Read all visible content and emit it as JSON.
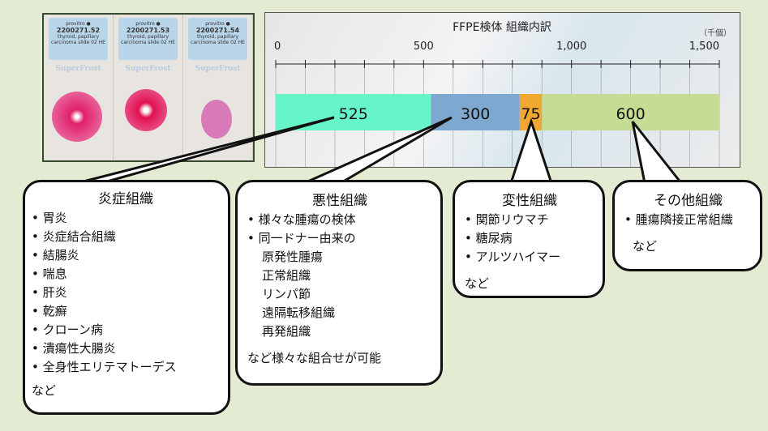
{
  "photo": {
    "slides": [
      {
        "brand": "provitro",
        "id": "2200271.52",
        "desc": "thyroid, papillary carcinoma slide 02 HE",
        "frost": "SuperFrost"
      },
      {
        "brand": "provitro",
        "id": "2200271.53",
        "desc": "thyroid, papillary carcinoma slide 02 HE",
        "frost": "SuperFrost"
      },
      {
        "brand": "provitro",
        "id": "2200271.54",
        "desc": "thyroid, papillary carcinoma slide 02 HE",
        "frost": "SuperFrost"
      }
    ]
  },
  "chart_data": {
    "type": "bar",
    "stacked": true,
    "orientation": "horizontal",
    "title": "FFPE検体 組織内訳",
    "unit": "（千個）",
    "xlim": [
      0,
      1500
    ],
    "ticks": [
      0,
      500,
      1000,
      1500
    ],
    "tick_labels": [
      "0",
      "500",
      "1,000",
      "1,500"
    ],
    "minor_tick_step": 100,
    "series": [
      {
        "name": "炎症組織",
        "value": 525,
        "label": "525",
        "color": "#66f5c8"
      },
      {
        "name": "悪性組織",
        "value": 300,
        "label": "300",
        "color": "#7fa8d0"
      },
      {
        "name": "変性組織",
        "value": 75,
        "label": "75",
        "color": "#f0a830"
      },
      {
        "name": "その他組織",
        "value": 600,
        "label": "600",
        "color": "#c6dc94"
      }
    ]
  },
  "callouts": [
    {
      "title": "炎症組織",
      "items": [
        {
          "t": "胃炎",
          "b": true
        },
        {
          "t": "炎症結合組織",
          "b": true
        },
        {
          "t": "結腸炎",
          "b": true
        },
        {
          "t": "喘息",
          "b": true
        },
        {
          "t": "肝炎",
          "b": true
        },
        {
          "t": "乾癬",
          "b": true
        },
        {
          "t": "クローン病",
          "b": true
        },
        {
          "t": "潰瘍性大腸炎",
          "b": true
        },
        {
          "t": "全身性エリテマトーデス",
          "b": true
        }
      ],
      "footer": "など"
    },
    {
      "title": "悪性組織",
      "items": [
        {
          "t": "様々な腫瘍の検体",
          "b": true
        },
        {
          "t": "同一ドナー由来の",
          "b": true
        },
        {
          "t": "原発性腫瘍",
          "b": false
        },
        {
          "t": "正常組織",
          "b": false
        },
        {
          "t": "リンパ節",
          "b": false
        },
        {
          "t": "遠隔転移組織",
          "b": false
        },
        {
          "t": "再発組織",
          "b": false
        }
      ],
      "footer": "など様々な組合せが可能"
    },
    {
      "title": "変性組織",
      "items": [
        {
          "t": "関節リウマチ",
          "b": true
        },
        {
          "t": "糖尿病",
          "b": true
        },
        {
          "t": "アルツハイマー",
          "b": true
        }
      ],
      "footer": "など"
    },
    {
      "title": "その他組織",
      "items": [
        {
          "t": "腫瘍隣接正常組織",
          "b": true
        }
      ],
      "footer": "など"
    }
  ]
}
